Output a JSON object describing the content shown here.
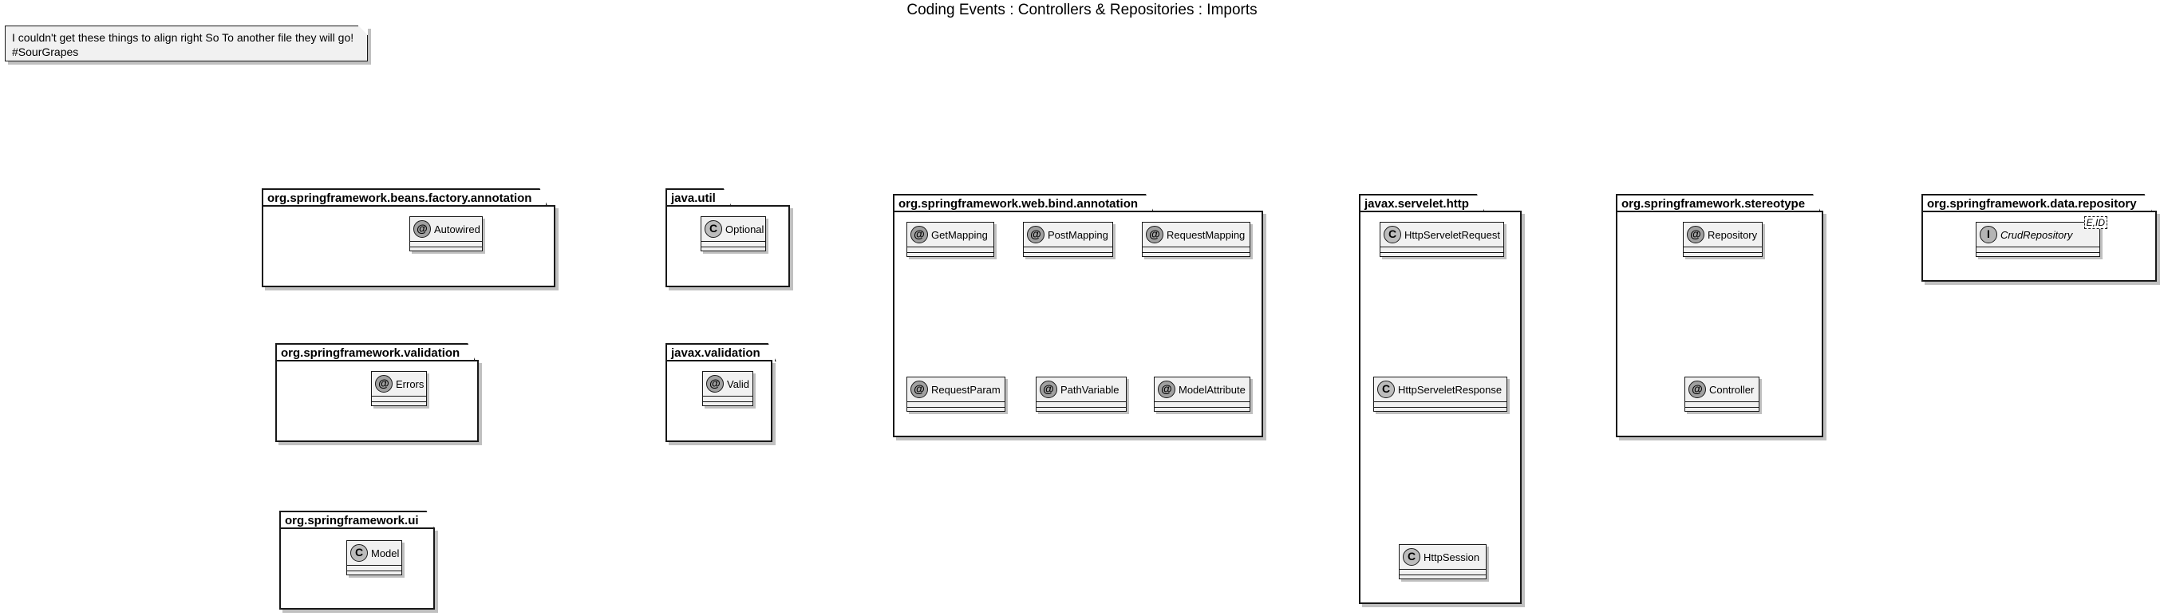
{
  "title": "Coding Events : Controllers & Repositories : Imports",
  "note": {
    "line1": "I couldn't get these things to align right So To another file they will go!",
    "line2": "#SourGrapes"
  },
  "packages": [
    {
      "id": "beans",
      "name": "org.springframework.beans.factory.annotation",
      "members": [
        {
          "kind": "@",
          "name": "Autowired"
        }
      ]
    },
    {
      "id": "validation",
      "name": "org.springframework.validation",
      "members": [
        {
          "kind": "@",
          "name": "Errors"
        }
      ]
    },
    {
      "id": "ui",
      "name": "org.springframework.ui",
      "members": [
        {
          "kind": "C",
          "name": "Model"
        }
      ]
    },
    {
      "id": "util",
      "name": "java.util",
      "members": [
        {
          "kind": "C",
          "name": "Optional"
        }
      ]
    },
    {
      "id": "javaxvalidation",
      "name": "javax.validation",
      "members": [
        {
          "kind": "@",
          "name": "Valid"
        }
      ]
    },
    {
      "id": "webbind",
      "name": "org.springframework.web.bind.annotation",
      "members": [
        {
          "kind": "@",
          "name": "GetMapping"
        },
        {
          "kind": "@",
          "name": "PostMapping"
        },
        {
          "kind": "@",
          "name": "RequestMapping"
        },
        {
          "kind": "@",
          "name": "RequestParam"
        },
        {
          "kind": "@",
          "name": "PathVariable"
        },
        {
          "kind": "@",
          "name": "ModelAttribute"
        }
      ]
    },
    {
      "id": "servlet",
      "name": "javax.servelet.http",
      "members": [
        {
          "kind": "C",
          "name": "HttpServeletRequest"
        },
        {
          "kind": "C",
          "name": "HttpServeletResponse"
        },
        {
          "kind": "C",
          "name": "HttpSession"
        }
      ]
    },
    {
      "id": "stereotype",
      "name": "org.springframework.stereotype",
      "members": [
        {
          "kind": "@",
          "name": "Repository"
        },
        {
          "kind": "@",
          "name": "Controller"
        }
      ]
    },
    {
      "id": "datarepo",
      "name": "org.springframework.data.repository",
      "members": [
        {
          "kind": "I",
          "name": "CrudRepository",
          "generic": "E,ID"
        }
      ]
    }
  ]
}
